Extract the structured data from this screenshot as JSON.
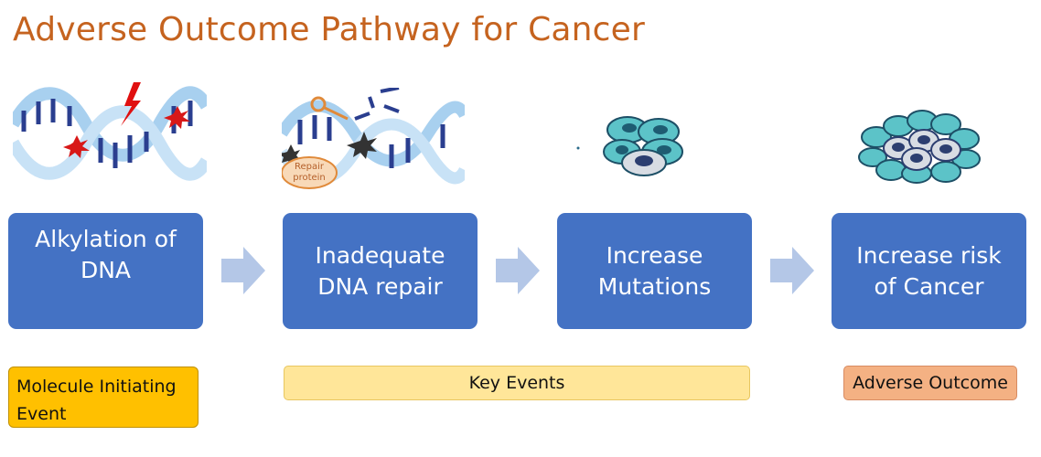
{
  "title": "Adverse Outcome Pathway for Cancer",
  "steps": [
    {
      "label": "Alkylation of\nDNA"
    },
    {
      "label": "Inadequate\nDNA repair"
    },
    {
      "label": "Increase\nMutations"
    },
    {
      "label": "Increase risk\nof Cancer"
    }
  ],
  "illustrations": {
    "repair_protein_label": "Repair\nprotein"
  },
  "tags": {
    "molecule_initiating": "Molecule Initiating\nEvent",
    "key_events": "Key Events",
    "adverse_outcome": "Adverse Outcome"
  },
  "colors": {
    "title": "#c5631f",
    "step_box": "#4472c4",
    "arrow": "#b4c7e7",
    "tag_mie": "#ffc000",
    "tag_key_events": "#ffe699",
    "tag_adverse": "#f4b183"
  }
}
